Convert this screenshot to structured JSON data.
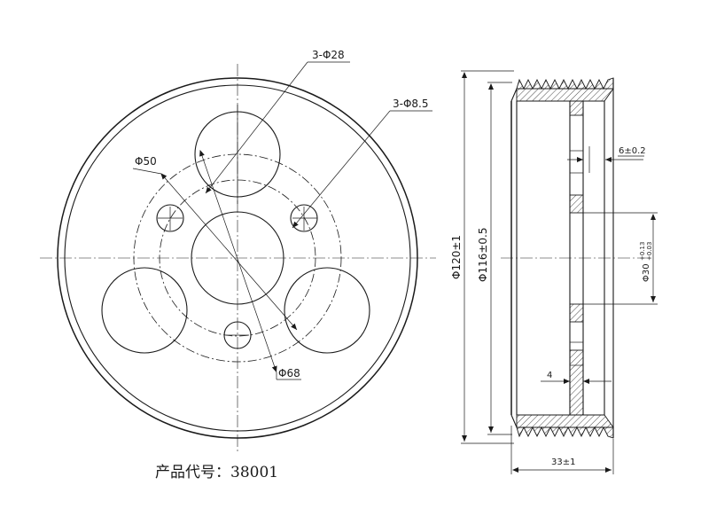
{
  "dimensions": {
    "holes_28": "3-Φ28",
    "holes_8_5": "3-Φ8.5",
    "pcd_50": "Φ50",
    "pcd_68": "Φ68",
    "outer_dia": "Φ120±1",
    "inner_dia": "Φ116±0.5",
    "web_thk": "6±0.2",
    "bore": "Φ30",
    "bore_tol_upper": "+0.13",
    "bore_tol_lower": "+0.03",
    "wall": "4",
    "width": "33±1"
  },
  "product": {
    "label": "产品代号：",
    "code": "38001"
  }
}
